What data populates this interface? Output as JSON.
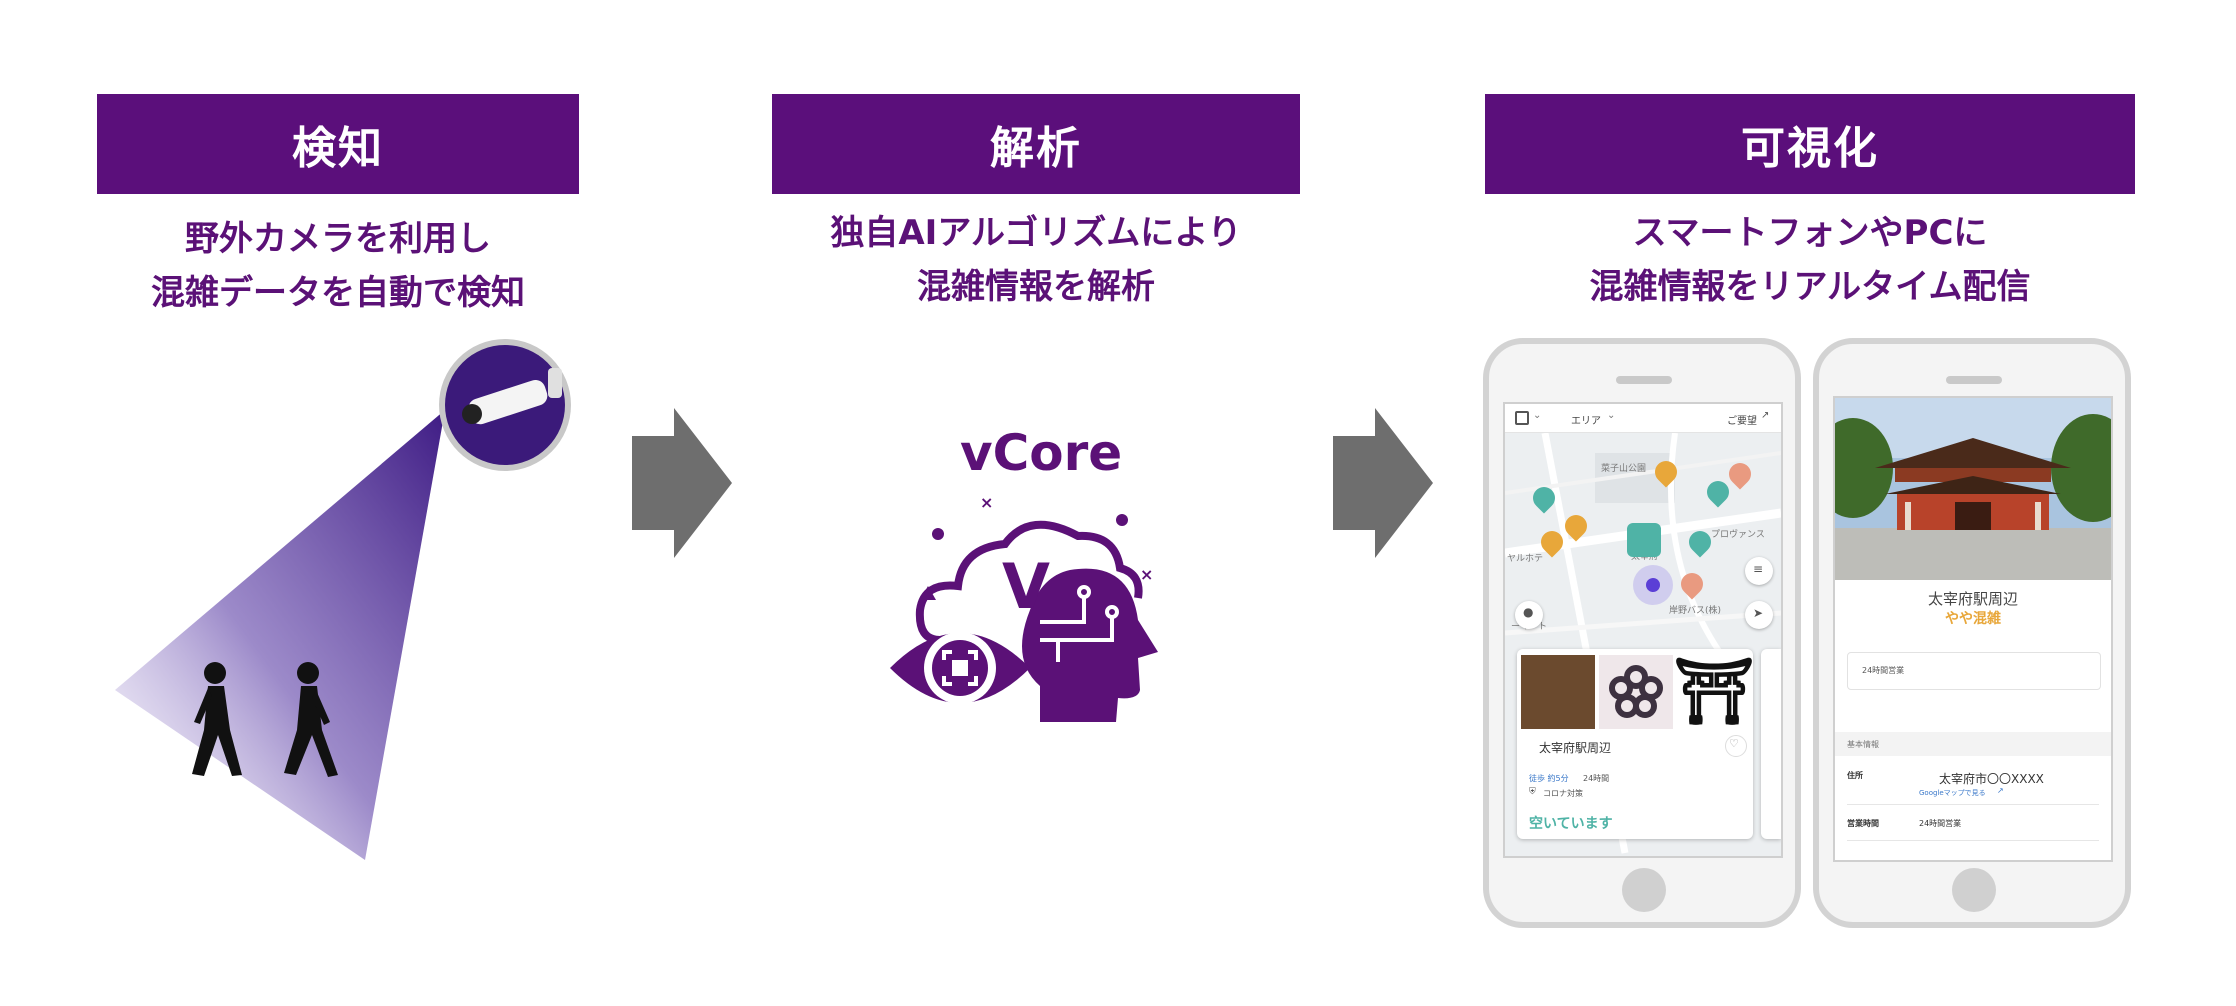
{
  "steps": [
    {
      "title": "検知",
      "desc_line1": "野外カメラを利用し",
      "desc_line2": "混雑データを自動で検知"
    },
    {
      "title": "解析",
      "desc_line1": "独自AIアルゴリズムにより",
      "desc_line2": "混雑情報を解析"
    },
    {
      "title": "可視化",
      "desc_line1": "スマートフォンやPCに",
      "desc_line2": "混雑情報をリアルタイム配信"
    }
  ],
  "vcore": {
    "label": "vCore",
    "letter": "V"
  },
  "phone_map": {
    "area_label": "エリア",
    "request_label": "ご要望",
    "map_labels": [
      "菜子山公園",
      "プロヴァンス",
      "太宰府",
      "ヤルホテ",
      "岸野バス(株)",
      "ーマート"
    ],
    "card_title": "太宰府駅周辺",
    "card_walk": "徒歩 約5分",
    "card_hours": "24時間",
    "card_covid": "コロナ対策",
    "card_status": "空いています"
  },
  "phone_detail": {
    "place_name": "太宰府駅周辺",
    "status": "やや混雑",
    "hours_box": "24時間営業",
    "section_basic": "基本情報",
    "address_label": "住所",
    "address_value": "太宰府市〇〇XXXX",
    "maps_link": "Googleマップで見る",
    "business_label": "営業時間",
    "business_value": "24時間営業"
  },
  "colors": {
    "purple": "#5b0f7b",
    "teal": "#4fb3a6",
    "orange": "#e8a73a",
    "salmon": "#e99a80",
    "arrow": "#6e6e6e"
  }
}
